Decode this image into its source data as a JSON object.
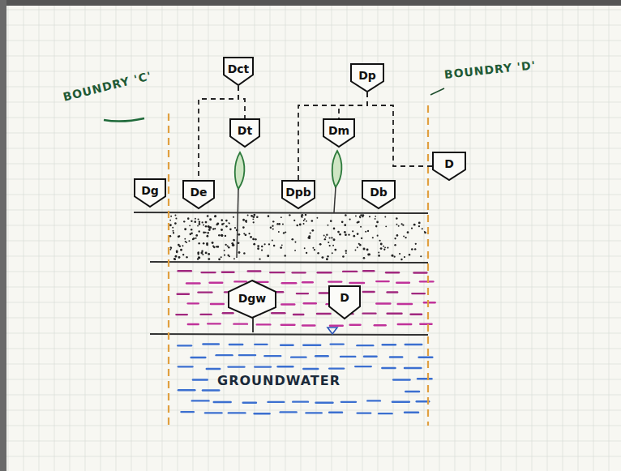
{
  "diagram": {
    "nodes": [
      {
        "text": [
          "Dct"
        ]
      },
      {
        "text": [
          "Dp"
        ]
      },
      {
        "text": [
          "Dt"
        ]
      },
      {
        "text": [
          "Dm"
        ]
      },
      {
        "text": [
          "Dg"
        ]
      },
      {
        "text": [
          "De"
        ]
      },
      {
        "text": [
          "Dpb"
        ]
      },
      {
        "text": [
          "Db"
        ]
      },
      {
        "text": [
          "D"
        ]
      },
      {
        "text": [
          "Dgw"
        ]
      },
      {
        "text": [
          "D"
        ]
      }
    ],
    "edges": [
      {
        "from": 0,
        "to": 5,
        "arrow": "none"
      },
      {
        "from": 0,
        "to": 2,
        "arrow": "none"
      },
      {
        "from": 1,
        "to": 6,
        "arrow": "none"
      },
      {
        "from": 1,
        "to": 3,
        "arrow": "none"
      },
      {
        "from": 1,
        "to": 8,
        "arrow": "none"
      }
    ],
    "labels": [
      "BOUNDRY 'C'",
      "BOUNDRY 'D'",
      "GROUNDWATER"
    ]
  }
}
